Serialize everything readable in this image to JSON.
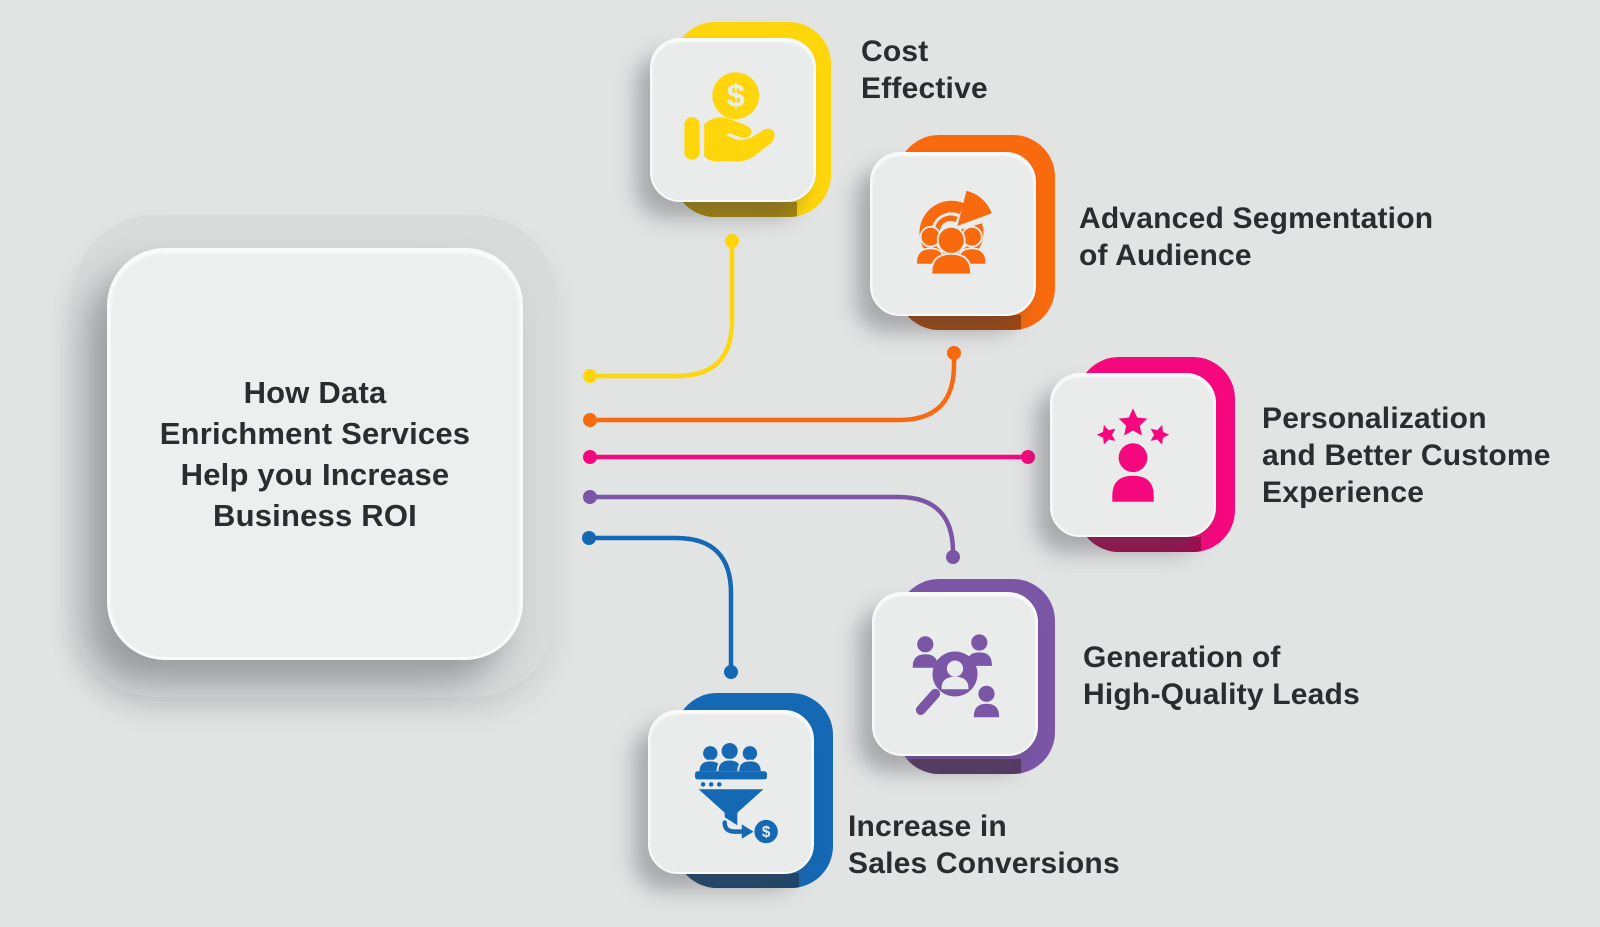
{
  "title": {
    "lines": [
      "How Data",
      "Enrichment Services",
      "Help you Increase",
      "Business ROI"
    ],
    "text": "How Data Enrichment Services Help you Increase Business ROI"
  },
  "glyphs": {
    "dollar": "$"
  },
  "colors": {
    "background": "#e2e3e3",
    "backplate": "#d9dada",
    "title_card_bg": "#edefef",
    "tile_card_bg": "#eaecec",
    "text": "#2b2c2f",
    "yellow": "#FFD60B",
    "orange": "#F9690E",
    "pink": "#F5087D",
    "purple": "#7B55A6",
    "blue": "#1569B4"
  },
  "features": [
    {
      "label": "Cost Effective",
      "lines": [
        "Cost",
        "Effective"
      ],
      "color": "#FFD60B",
      "icon": "hand-holding-dollar-icon"
    },
    {
      "label": "Advanced Segmentation of Audience",
      "lines": [
        "Advanced Segmentation",
        "of Audience"
      ],
      "color": "#F9690E",
      "icon": "audience-segmentation-icon"
    },
    {
      "label": "Personalization and Better Custome Experience",
      "lines": [
        "Personalization",
        "and Better Custome",
        "Experience"
      ],
      "color": "#F5087D",
      "icon": "customer-rating-icon"
    },
    {
      "label": "Generation of High-Quality Leads",
      "lines": [
        "Generation of",
        "High-Quality Leads"
      ],
      "color": "#7B55A6",
      "icon": "lead-search-icon"
    },
    {
      "label": "Increase in Sales Conversions",
      "lines": [
        "Increase in",
        "Sales Conversions"
      ],
      "color": "#1569B4",
      "icon": "sales-funnel-icon"
    }
  ]
}
